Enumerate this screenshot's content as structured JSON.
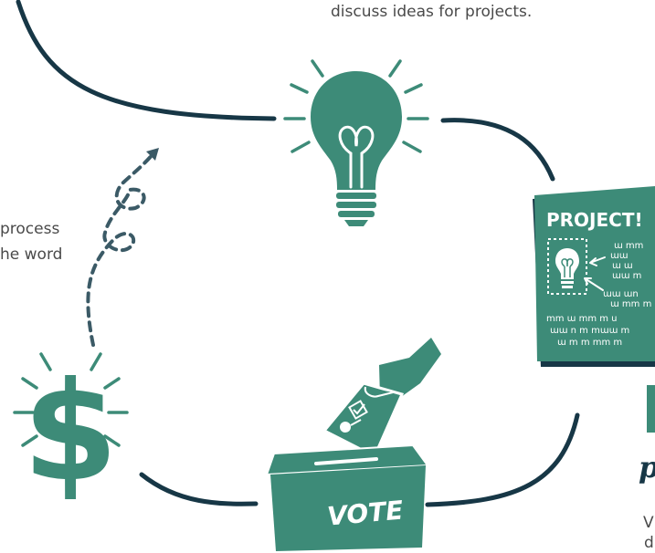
{
  "top_text": "discuss ideas for projects.",
  "left_text": {
    "line1": "process",
    "line2": "he word"
  },
  "project_poster": {
    "title": "PROJECT!",
    "scribble_lines": [
      "ɯ mm",
      "ɯɯ",
      "ɯ ɯ",
      "ɯɯ m",
      "ɯɯ ɯn",
      "ɯ mm m",
      "mm ɯ mm m u",
      "ɯɯ n m mɯɯ m",
      "ɯ m m mm m"
    ]
  },
  "ballot_box_label": "VOTE",
  "right_cut": {
    "heading_fragment": "p",
    "body_line1": "V",
    "body_line2": "d"
  },
  "colors": {
    "teal": "#3d8b78",
    "navy": "#173746",
    "white": "#ffffff",
    "text": "#4a4a4a"
  },
  "icons": [
    "lightbulb-icon",
    "project-poster-icon",
    "ballot-box-icon",
    "dollar-sign-icon",
    "dashed-arrow-icon"
  ]
}
